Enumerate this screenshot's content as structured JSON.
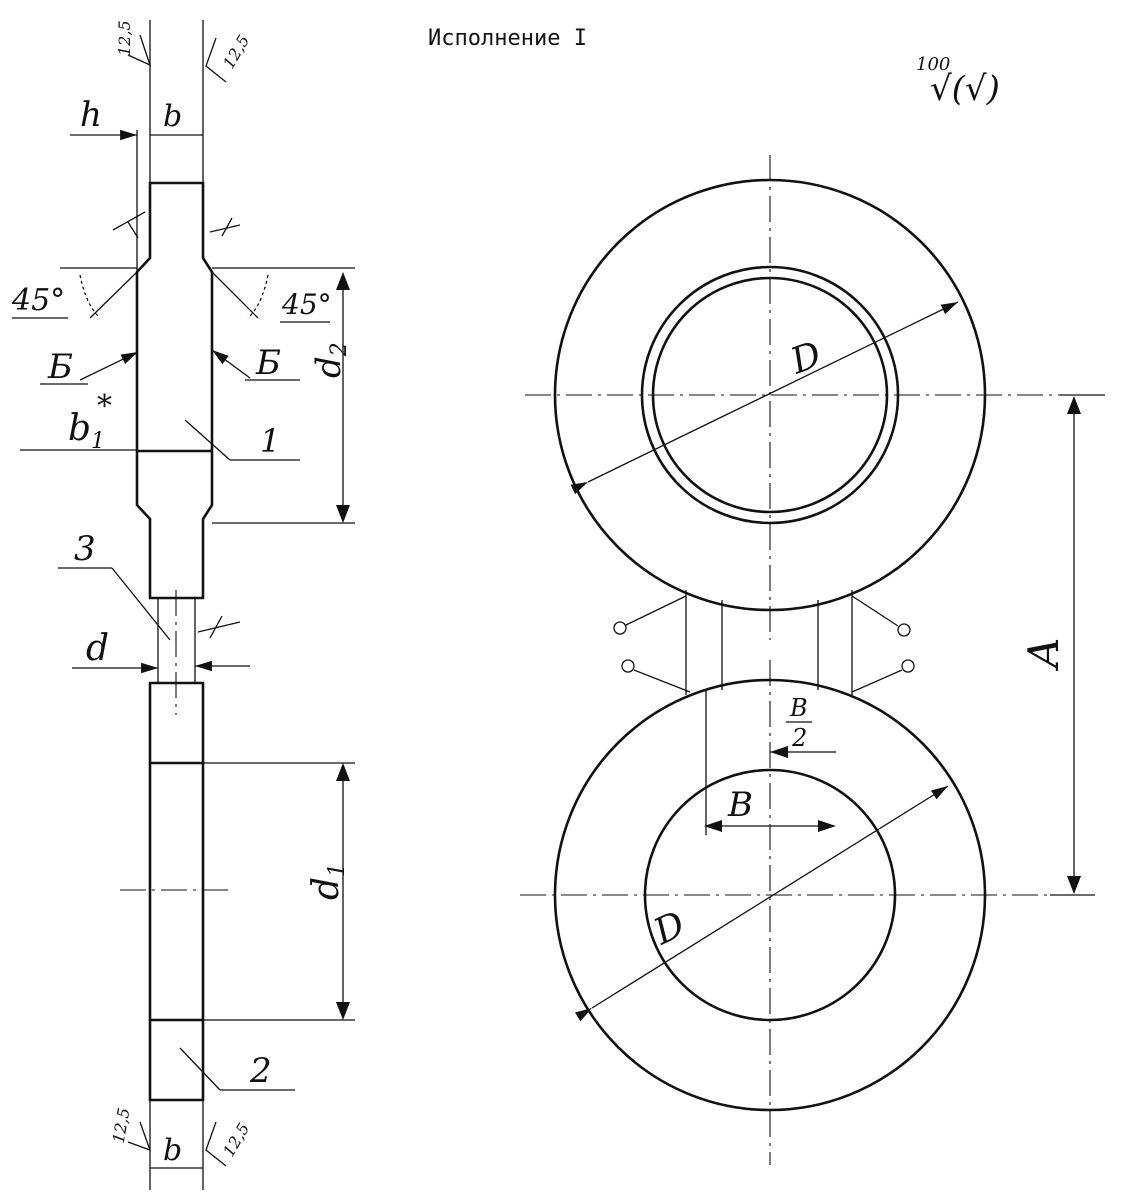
{
  "title": "Исполнение I",
  "surface_finish": {
    "general_value": "100",
    "general_symbol": "√(√)",
    "side_roughness": "12,5"
  },
  "section_view": {
    "dims": {
      "h": "h",
      "b_top": "b",
      "b_bottom": "b",
      "b1": "b",
      "b1_subscript": "1",
      "b1_star": "*",
      "d": "d",
      "d1": "d",
      "d1_subscript": "1",
      "d2": "d",
      "d2_subscript": "2",
      "angle_left": "45°",
      "angle_right": "45°"
    },
    "callouts": {
      "B_left": "Б",
      "B_right": "Б",
      "part_1": "1",
      "part_2": "2",
      "part_3": "3"
    }
  },
  "plan_view": {
    "dims": {
      "D_top": "D",
      "D_bottom": "D",
      "A": "A",
      "B": "B",
      "B_half_num": "B",
      "B_half_den": "2"
    }
  }
}
